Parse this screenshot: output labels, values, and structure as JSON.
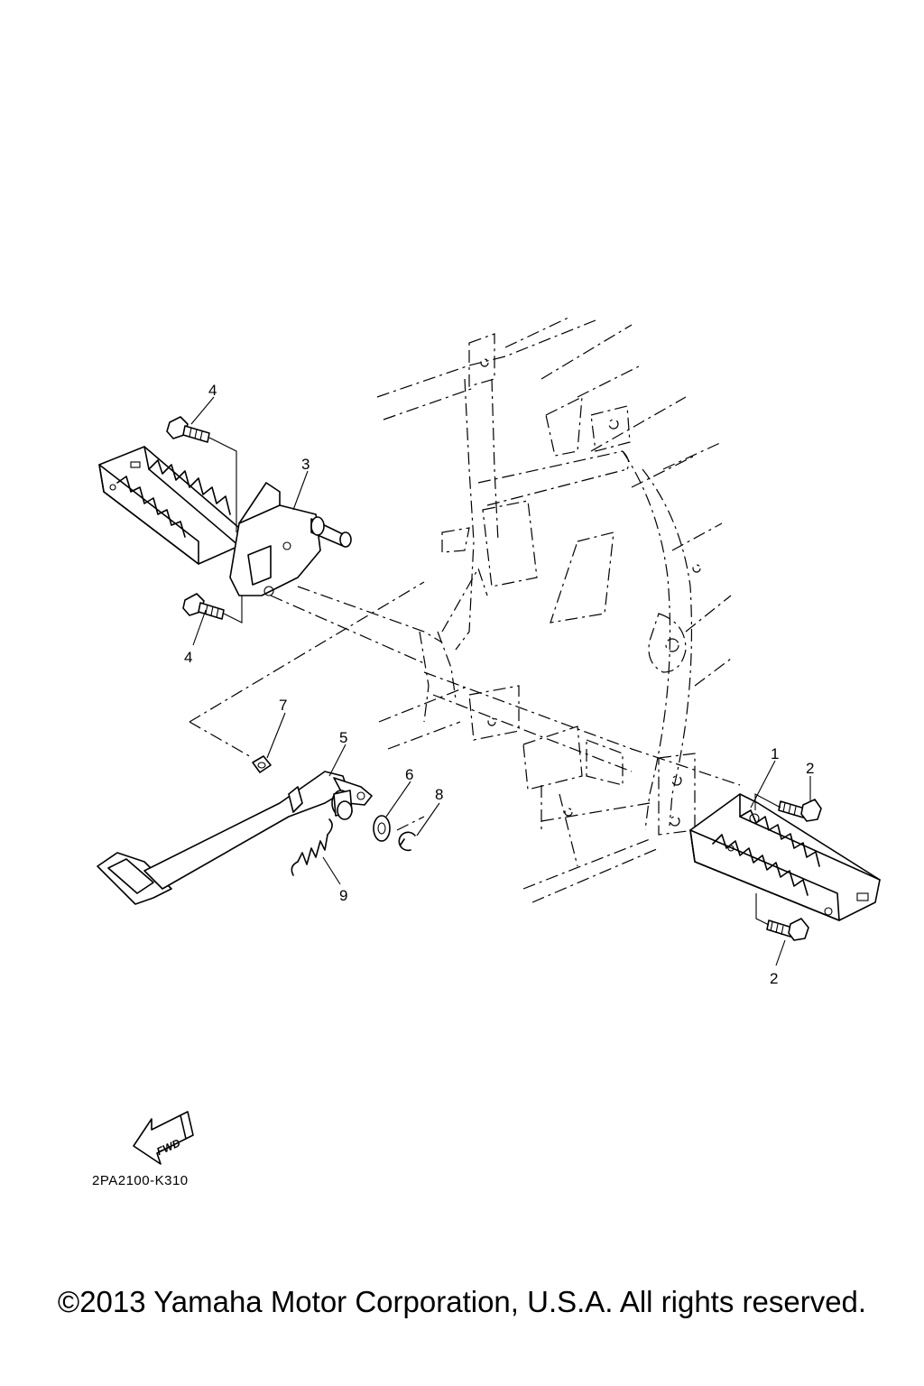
{
  "diagram": {
    "callouts": [
      {
        "id": "c4a",
        "label": "4",
        "part": "bolt-upper-left"
      },
      {
        "id": "c3",
        "label": "3",
        "part": "left-footrest-bracket"
      },
      {
        "id": "c4b",
        "label": "4",
        "part": "bolt-lower-left"
      },
      {
        "id": "c7",
        "label": "7",
        "part": "collar"
      },
      {
        "id": "c5",
        "label": "5",
        "part": "brake-pedal"
      },
      {
        "id": "c6",
        "label": "6",
        "part": "washer"
      },
      {
        "id": "c8",
        "label": "8",
        "part": "circlip"
      },
      {
        "id": "c9",
        "label": "9",
        "part": "return-spring"
      },
      {
        "id": "c1",
        "label": "1",
        "part": "right-footrest"
      },
      {
        "id": "c2a",
        "label": "2",
        "part": "bolt-upper-right"
      },
      {
        "id": "c2b",
        "label": "2",
        "part": "bolt-lower-right"
      }
    ],
    "fwd_label": "FWD",
    "code": "2PA2100-K310"
  },
  "footer": {
    "copyright": "©2013 Yamaha Motor Corporation, U.S.A. All rights reserved."
  }
}
